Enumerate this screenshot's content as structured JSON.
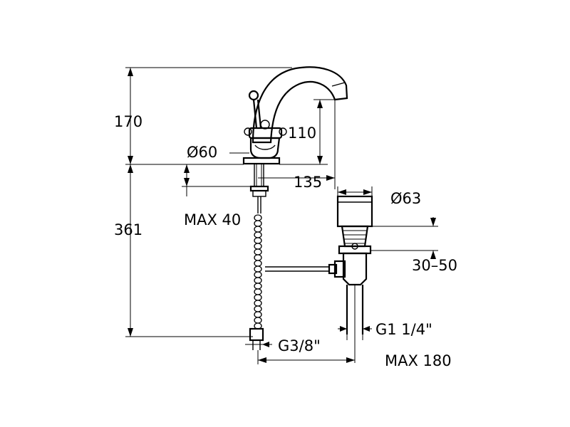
{
  "dimensions": {
    "spout_height": "170",
    "total_height": "361",
    "spout_outlet_height": "110",
    "base_diameter": "Ø60",
    "spout_reach": "135",
    "max_deck_thickness": "MAX 40",
    "waste_diameter": "Ø63",
    "waste_adjust": "30–50",
    "waste_thread": "G1 1/4\"",
    "supply_thread": "G3/8\"",
    "max_rod_distance": "MAX 180"
  }
}
